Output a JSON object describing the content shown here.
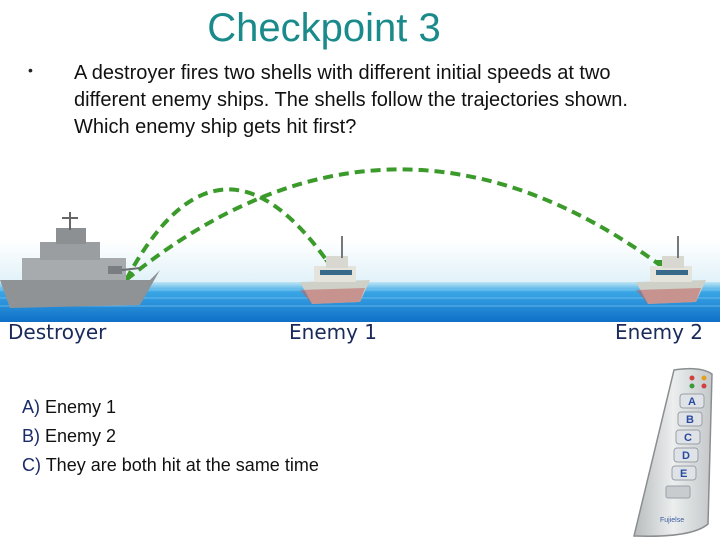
{
  "slide": {
    "title": "Checkpoint 3",
    "bullet": "•",
    "question": "A destroyer fires two shells with different initial speeds at two different enemy ships. The shells follow the trajectories shown. Which enemy ship gets hit first?"
  },
  "labels": {
    "destroyer": "Destroyer",
    "enemy1": "Enemy 1",
    "enemy2": "Enemy 2"
  },
  "choices": [
    {
      "letter": "A)",
      "text": "Enemy 1"
    },
    {
      "letter": "B)",
      "text": "Enemy 2"
    },
    {
      "letter": "C)",
      "text": "They are both hit at the same time"
    }
  ],
  "clicker": {
    "buttons": [
      "A",
      "B",
      "C",
      "D",
      "E"
    ],
    "brand": "Fujielse"
  },
  "colors": {
    "title": "#1a8a8a",
    "trajectory": "#3a9a2a",
    "sea": "#1e88d8",
    "sky_band": "#eaf6fb"
  }
}
